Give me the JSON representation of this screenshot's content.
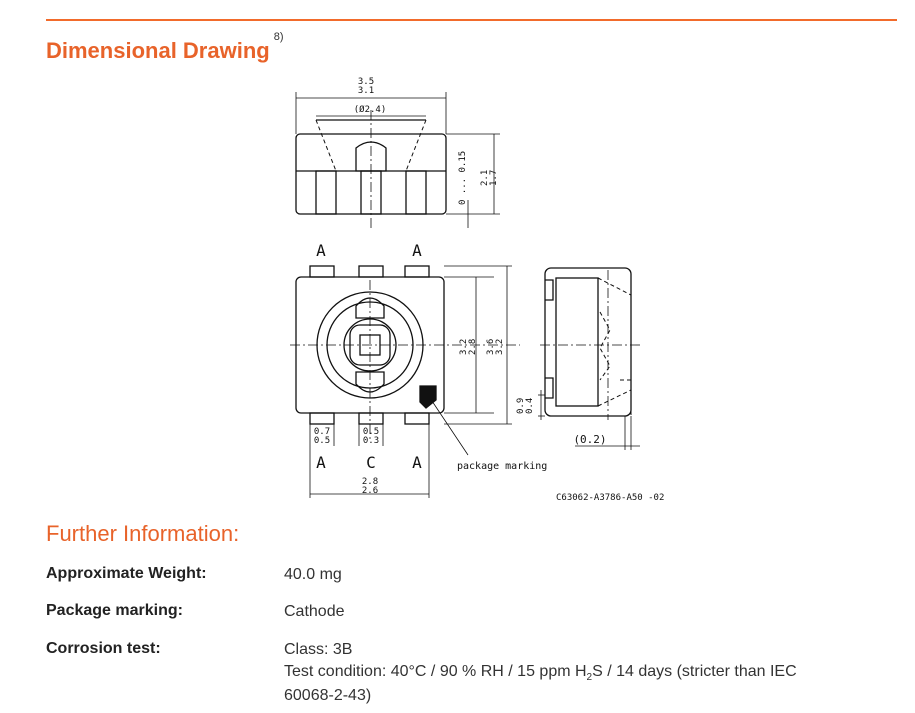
{
  "sections": {
    "drawing_title": "Dimensional Drawing",
    "drawing_footnote": "8)",
    "info_title": "Further Information:"
  },
  "drawing": {
    "top_dims": [
      "3.5",
      "3.1"
    ],
    "phi": "(Ø2.4)",
    "standoff": "0 ... 0.15",
    "height_dims": [
      "2.1",
      "1.7"
    ],
    "anode_top_left": "A",
    "anode_top_right": "A",
    "body_dims_inner": [
      "3.2",
      "2.8"
    ],
    "body_dims_outer": [
      "3.6",
      "3.2"
    ],
    "pad_width_left": [
      "0.7",
      "0.5"
    ],
    "pad_width_mid": [
      "0.5",
      "0.3"
    ],
    "anode_bottom_left": "A",
    "cathode_bottom": "C",
    "anode_bottom_right": "A",
    "width_dims": [
      "2.8",
      "2.6"
    ],
    "marking_label": "package marking",
    "side_dims": [
      "0.9",
      "0.4"
    ],
    "side_offset": "(0.2)",
    "drawing_code": "C63062-A3786-A50 -02"
  },
  "info": {
    "weight_label": "Approximate Weight:",
    "weight_value": "40.0 mg",
    "marking_label": "Package marking:",
    "marking_value": "Cathode",
    "corrosion_label": "Corrosion test:",
    "corrosion_class": "Class: 3B",
    "corrosion_condition_pre": "Test condition: 40°C / 90 % RH / 15 ppm H",
    "corrosion_condition_sub": "2",
    "corrosion_condition_post": "S / 14 days (stricter than IEC",
    "corrosion_condition_line2": "60068-2-43)"
  }
}
